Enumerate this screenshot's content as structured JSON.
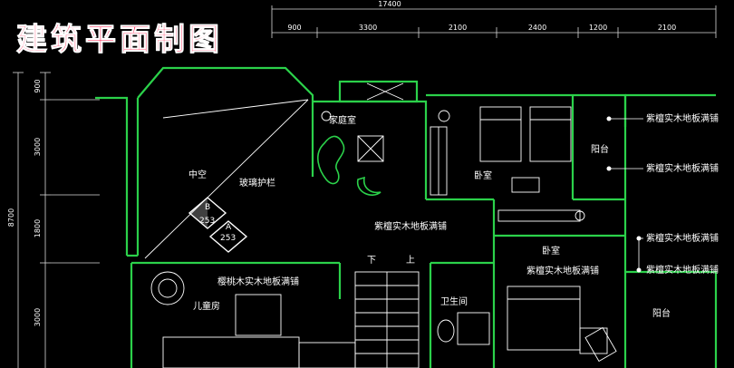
{
  "title": "建筑平面制图",
  "dimensions": {
    "top_total": "17400",
    "top": [
      "900",
      "3300",
      "2100",
      "2400",
      "1200",
      "2100"
    ],
    "left_total": "8700",
    "left": [
      "900",
      "3000",
      "1800",
      "3000"
    ]
  },
  "rooms": {
    "void": "中空",
    "family_room": "家庭室",
    "glass_rail": "玻璃护栏",
    "bedroom_1": "卧室",
    "bedroom_2": "卧室",
    "balcony_1": "阳台",
    "balcony_2": "阳台",
    "kids_room": "儿童房",
    "bathroom": "卫生间",
    "stairs_down": "下",
    "stairs_up": "上"
  },
  "floor_notes": {
    "corridor": "紫檀实木地板满铺",
    "kids_room": "樱桃木实木地板满铺",
    "bedroom_2": "紫檀实木地板满铺",
    "right_1": "紫檀实木地板满铺",
    "right_2": "紫檀实木地板满铺",
    "right_3": "紫檀实木地板满铺",
    "right_4": "紫檀实木地板满铺"
  },
  "section_marks": {
    "b_letter": "B",
    "b_number": "253",
    "a_letter": "A",
    "a_number": "253"
  },
  "colors": {
    "background": "#000000",
    "wall": "#2bd14a",
    "line": "#ffffff",
    "dimension": "#cfcfcf",
    "title": "#ff1a4a"
  }
}
